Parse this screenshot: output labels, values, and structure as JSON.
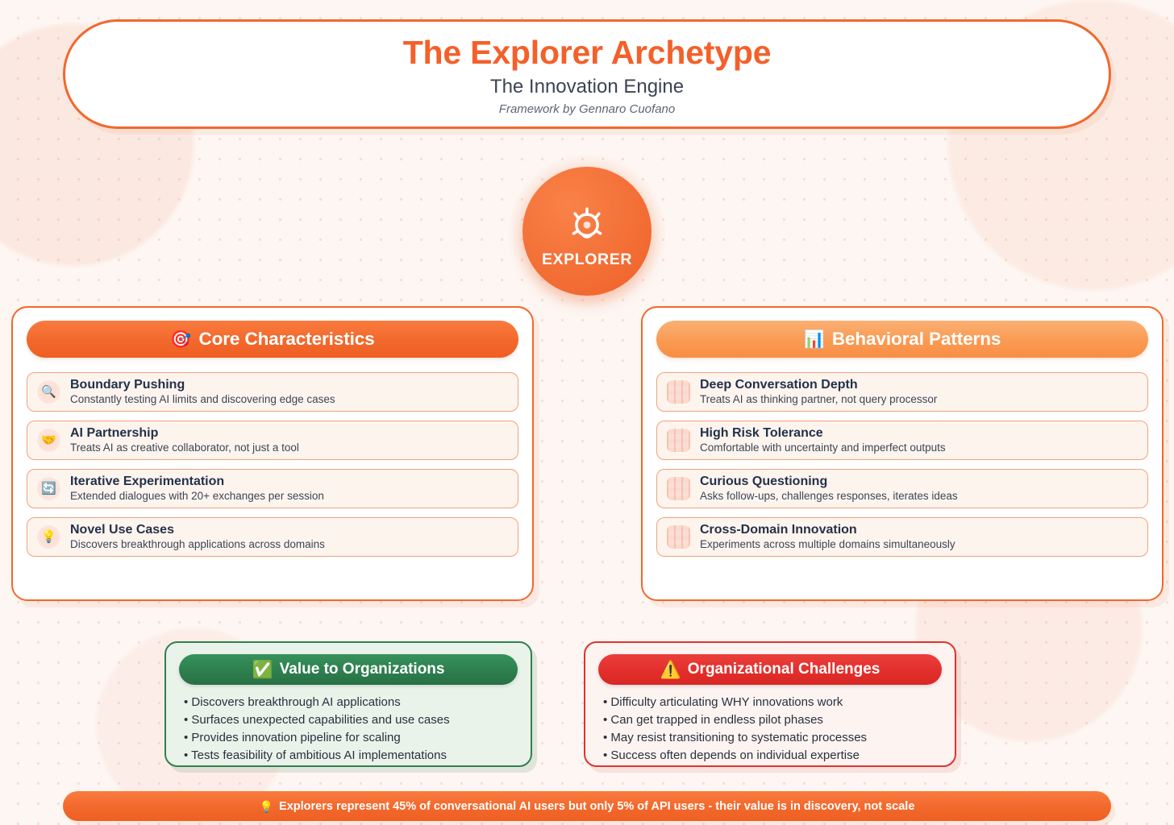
{
  "header": {
    "title": "The Explorer Archetype",
    "subtitle": "The Innovation Engine",
    "byline": "Framework by Gennaro Cuofano",
    "accent_color": "#F4602A"
  },
  "badge": {
    "label": "EXPLORER",
    "icon": "compass-icon",
    "color": "#F2682C"
  },
  "panels": {
    "core": {
      "heading": "Core Characteristics",
      "heading_emoji": "🎯",
      "header_color": "#F2682C",
      "items": [
        {
          "icon": "🔍",
          "icon_name": "magnifier-icon",
          "title": "Boundary Pushing",
          "desc": "Constantly testing AI limits and discovering edge cases"
        },
        {
          "icon": "🤝",
          "icon_name": "handshake-icon",
          "title": "AI Partnership",
          "desc": "Treats AI as creative collaborator, not just a tool"
        },
        {
          "icon": "🔄",
          "icon_name": "refresh-icon",
          "title": "Iterative Experimentation",
          "desc": "Extended dialogues with 20+ exchanges per session"
        },
        {
          "icon": "💡",
          "icon_name": "lightbulb-icon",
          "title": "Novel Use Cases",
          "desc": "Discovers breakthrough applications across domains"
        }
      ]
    },
    "behavioral": {
      "heading": "Behavioral Patterns",
      "heading_emoji": "📊",
      "header_color": "#FA9A53",
      "items": [
        {
          "icon": "",
          "icon_name": "placeholder-glyph-icon",
          "title": "Deep Conversation Depth",
          "desc": "Treats AI as thinking partner, not query processor"
        },
        {
          "icon": "",
          "icon_name": "placeholder-glyph-icon",
          "title": "High Risk Tolerance",
          "desc": "Comfortable with uncertainty and imperfect outputs"
        },
        {
          "icon": "",
          "icon_name": "placeholder-glyph-icon",
          "title": "Curious Questioning",
          "desc": "Asks follow-ups, challenges responses, iterates ideas"
        },
        {
          "icon": "",
          "icon_name": "placeholder-glyph-icon",
          "title": "Cross-Domain Innovation",
          "desc": "Experiments across multiple domains simultaneously"
        }
      ]
    }
  },
  "value": {
    "heading": "Value to Organizations",
    "heading_emoji": "✅",
    "header_color": "#2D7D4D",
    "bullets": [
      "• Discovers breakthrough AI applications",
      "• Surfaces unexpected capabilities and use cases",
      "• Provides innovation pipeline for scaling",
      "• Tests feasibility of ambitious AI implementations"
    ]
  },
  "challenges": {
    "heading": "Organizational Challenges",
    "heading_emoji": "⚠️",
    "header_color": "#E22E2B",
    "bullets": [
      "• Difficulty articulating WHY innovations work",
      "• Can get trapped in endless pilot phases",
      "• May resist transitioning to systematic processes",
      "• Success often depends on individual expertise"
    ]
  },
  "footer": {
    "emoji": "💡",
    "text": "Explorers represent 45% of conversational AI users but only 5% of API users - their value is in discovery, not scale"
  }
}
